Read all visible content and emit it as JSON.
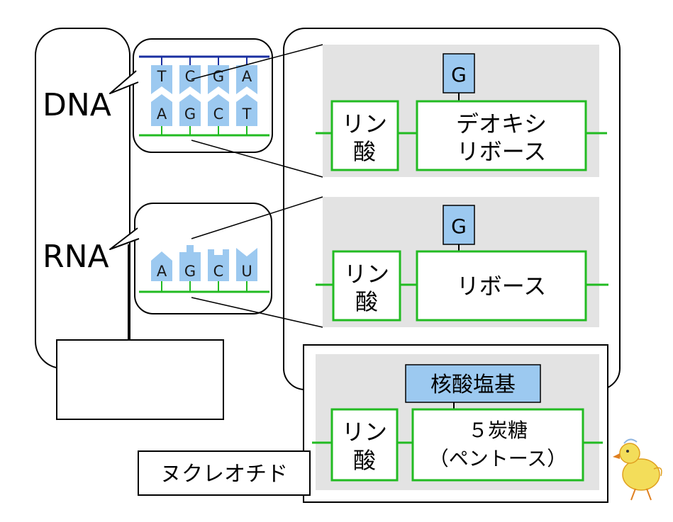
{
  "labels": {
    "dna": "DNA",
    "rna": "RNA",
    "nucleotide": "ヌクレオチド"
  },
  "dna_panel": {
    "base_top": "G",
    "phosphate_line1": "リン",
    "phosphate_line2": "酸",
    "sugar_line1": "デオキシ",
    "sugar_line2": "リボース"
  },
  "rna_panel": {
    "base_top": "G",
    "phosphate_line1": "リン",
    "phosphate_line2": "酸",
    "sugar_line1": "リボース"
  },
  "nucleotide_panel": {
    "base_label": "核酸塩基",
    "phosphate_line1": "リン",
    "phosphate_line2": "酸",
    "sugar_line1": "５炭糖",
    "sugar_line2": "（ペントース）"
  },
  "dna_strand": {
    "top_bases": [
      "T",
      "C",
      "G",
      "A"
    ],
    "bottom_bases": [
      "A",
      "G",
      "C",
      "T"
    ]
  },
  "rna_strand": {
    "bases": [
      "A",
      "G",
      "C",
      "U"
    ]
  },
  "colors": {
    "backbone_green": "#22bb22",
    "dna_top_backbone": "#1a2fa0",
    "base_fill": "#9cc9f0",
    "panel_gray": "#e3e3e3",
    "outline": "#000000"
  }
}
